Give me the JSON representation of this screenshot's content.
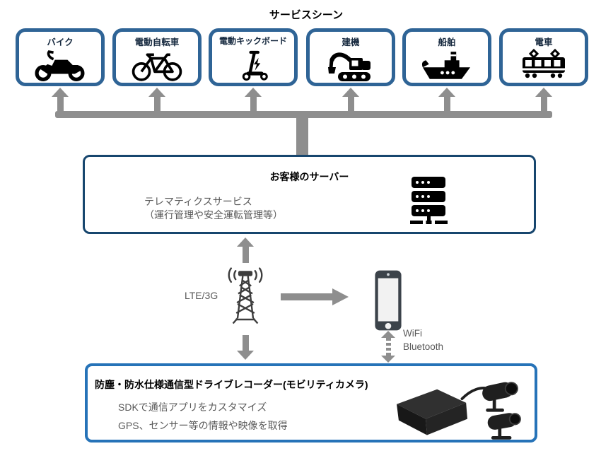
{
  "title": "サービスシーン",
  "colors": {
    "scene_box_border": "#2f6496",
    "server_box_border": "#17466e",
    "recorder_box_border": "#2673b8",
    "arrow_gray": "#8e8e8e",
    "muted_text": "#5a5a5a",
    "heading_text": "#000000"
  },
  "scenes": {
    "items": [
      {
        "label": "バイク",
        "icon": "motorcycle-icon"
      },
      {
        "label": "電動自転車",
        "icon": "bicycle-icon"
      },
      {
        "label": "電動キックボード",
        "icon": "kick-scooter-icon"
      },
      {
        "label": "建機",
        "icon": "excavator-icon"
      },
      {
        "label": "船舶",
        "icon": "ship-icon"
      },
      {
        "label": "電車",
        "icon": "train-icon"
      }
    ]
  },
  "server_box": {
    "title": "お客様のサーバー",
    "line1": "テレマティクスサービス",
    "line2": "（運行管理や安全運転管理等）",
    "icon": "server-rack-icon"
  },
  "network": {
    "lte_label": "LTE/3G",
    "wifi_label": "WiFi",
    "bluetooth_label": "Bluetooth",
    "tower_icon": "cell-tower-icon",
    "phone_icon": "smartphone-icon"
  },
  "recorder_box": {
    "title": "防塵・防水仕様通信型ドライブレコーダー(モビリティカメラ)",
    "line1": "SDKで通信アプリをカスタマイズ",
    "line2": "GPS、センサー等の情報や映像を取得",
    "icon": "dashcam-cameras-image"
  }
}
